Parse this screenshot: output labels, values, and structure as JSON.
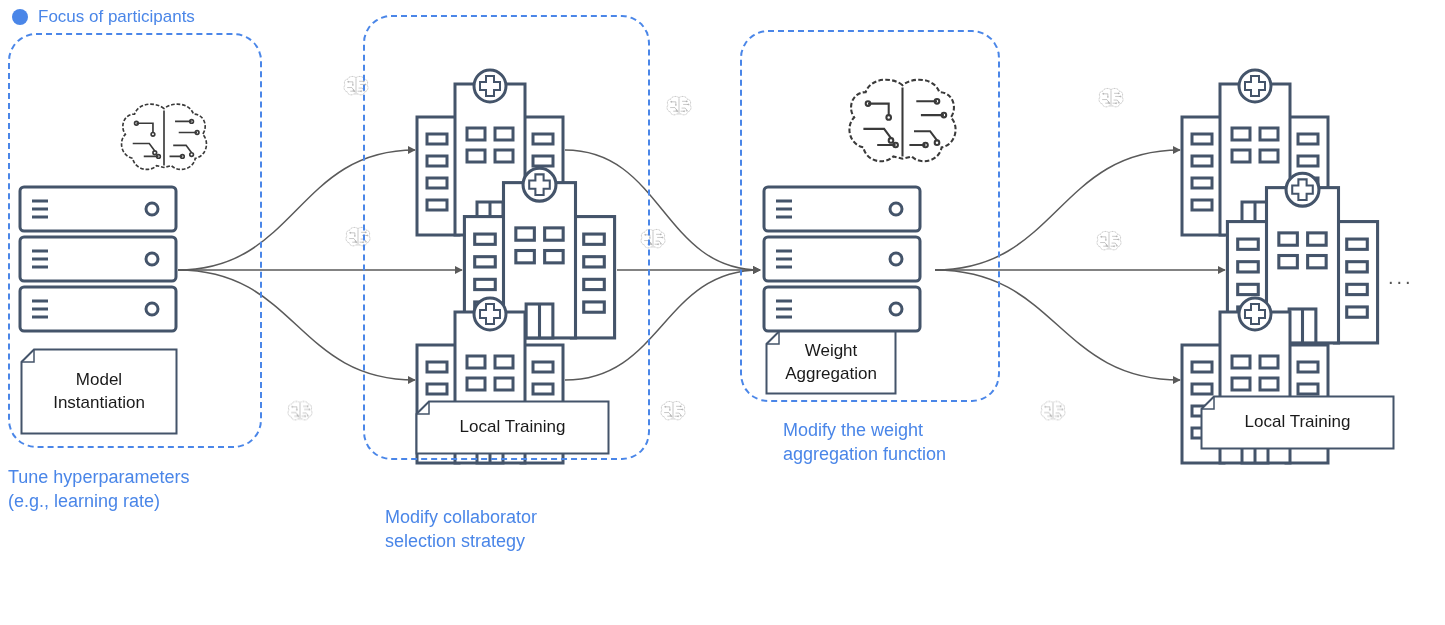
{
  "diagram": {
    "nodes": [
      {
        "text": [
          "Tune hyperparameters (e.g., learning rate)"
        ]
      },
      {
        "text": [
          "Model Instantiation"
        ],
        "in": 0
      },
      {
        "text": [
          "Modify collaborator selection strategy"
        ]
      },
      {
        "text": [
          "Local Training"
        ],
        "in": 2
      },
      {
        "text": [
          "Modify the weight aggregation function"
        ]
      },
      {
        "text": [
          "Weight Aggregation"
        ],
        "in": 4
      },
      {
        "text": [
          "Local Training"
        ]
      }
    ],
    "edges": [
      {
        "from": 1,
        "to": 3,
        "arrow": "to"
      },
      {
        "from": 3,
        "to": 5,
        "arrow": "to"
      },
      {
        "from": 5,
        "to": 6,
        "arrow": "to"
      }
    ],
    "labels": [
      "..."
    ],
    "legend": [
      {
        "text": "Focus of participants",
        "color": "#4a86e8"
      }
    ]
  }
}
